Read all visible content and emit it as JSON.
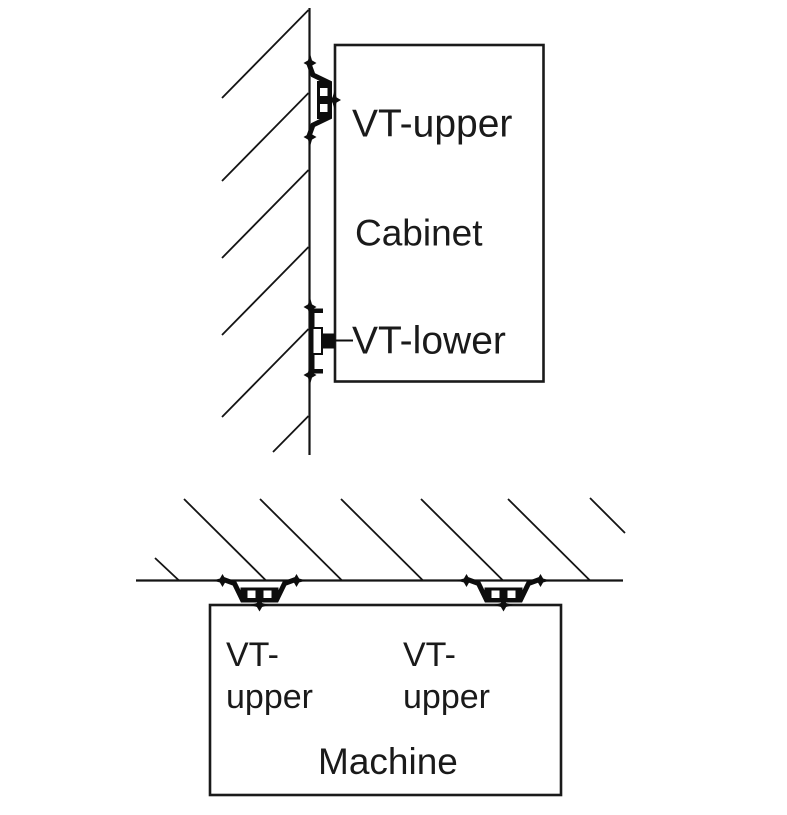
{
  "colors": {
    "ink": "#141414",
    "background": "#ffffff"
  },
  "top_diagram": {
    "description_labels": {
      "mount_upper": "VT-upper",
      "box": "Cabinet",
      "mount_lower": "VT-lower"
    }
  },
  "bottom_diagram": {
    "description_labels": {
      "mount_left_line1": "VT-",
      "mount_left_line2": "upper",
      "mount_right_line1": "VT-",
      "mount_right_line2": "upper",
      "box": "Machine"
    }
  }
}
